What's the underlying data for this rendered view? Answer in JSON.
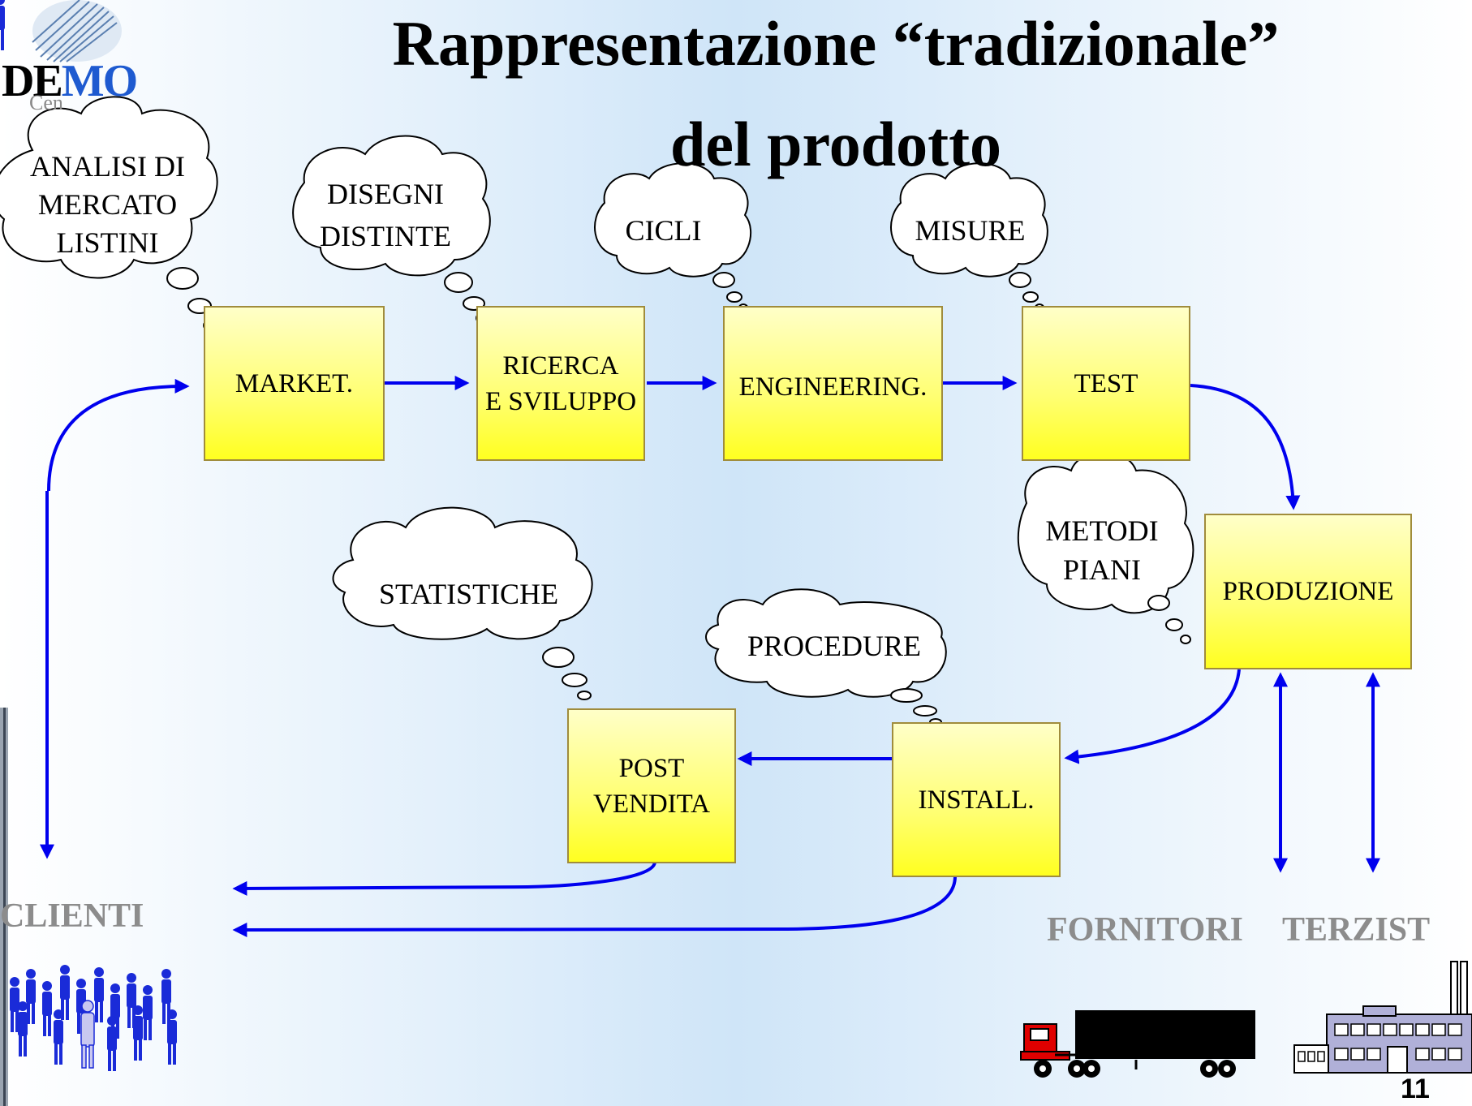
{
  "title": {
    "line1": "Rappresentazione “tradizionale”",
    "line2": "del prodotto"
  },
  "logo": {
    "text_part1": "DE",
    "text_part2": "MO",
    "text_part3": "Cen"
  },
  "boxes": {
    "marketing": "MARKET.",
    "ricerca": "RICERCA\nE SVILUPPO",
    "engineering": "ENGINEERING.",
    "test": "TEST",
    "produzione": "PRODUZIONE",
    "install": "INSTALL.",
    "post_vendita": "POST\nVENDITA"
  },
  "clouds": {
    "analisi": "ANALISI DI\nMERCATO\nLISTINI",
    "disegni": "DISEGNI\nDISTINTE",
    "cicli": "CICLI",
    "misure": "MISURE",
    "metodi": "METODI\nPIANI",
    "statistiche": "STATISTICHE",
    "procedure": "PROCEDURE"
  },
  "labels": {
    "clienti": "CLIENTI",
    "fornitori": "FORNITORI",
    "terzisti": "TERZIST"
  },
  "page_number": "11",
  "colors": {
    "arrow": "#0000ee",
    "box_top": "#ffffc8",
    "box_bottom": "#ffff20",
    "label_gray": "#8c8c8c"
  }
}
